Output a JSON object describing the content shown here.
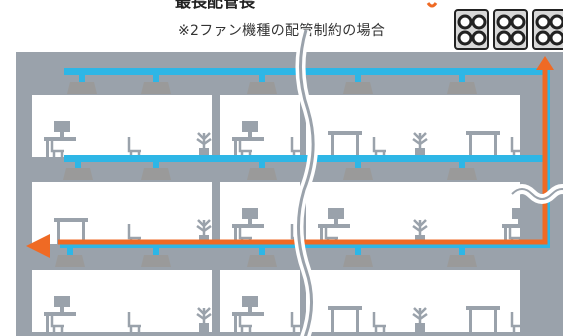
{
  "header_partial_text": "最長配管長",
  "caption": "※2ファン機種の配管制約の場合",
  "colors": {
    "building": "#9aa2ab",
    "room": "#ffffff",
    "refrigerant_pipe": "#2eb6e6",
    "orange_route": "#ef6a24",
    "indoor_unit": "#9a9a9a",
    "outdoor_unit": "#2a2a2a",
    "accent_orange": "#ef6a24"
  },
  "icons": {
    "outdoor_unit": "dual-fan-outdoor-unit-icon",
    "indoor_unit": "ceiling-cassette-icon",
    "desk": "desk-icon",
    "chair": "chair-icon",
    "plant": "potted-plant-icon",
    "monitor": "computer-monitor-icon",
    "break_mark": "wavy-break-line",
    "route_arrow": "arrow-left-icon"
  },
  "floors": [
    {
      "name": "floor-top",
      "rooms": [
        [
          "monitor",
          "chair",
          "plant"
        ],
        [
          "monitor",
          "chair"
        ],
        [
          "desk",
          "chair",
          "plant",
          "desk",
          "chair"
        ]
      ]
    },
    {
      "name": "floor-middle",
      "rooms": [
        [
          "desk",
          "chair",
          "plant"
        ],
        [
          "monitor",
          "chair"
        ],
        [
          "monitor",
          "plant",
          "monitor"
        ]
      ]
    },
    {
      "name": "floor-bottom",
      "rooms": [
        [
          "monitor",
          "chair",
          "plant"
        ],
        [
          "monitor",
          "chair"
        ],
        [
          "desk",
          "chair",
          "plant",
          "desk",
          "chair"
        ]
      ]
    }
  ]
}
